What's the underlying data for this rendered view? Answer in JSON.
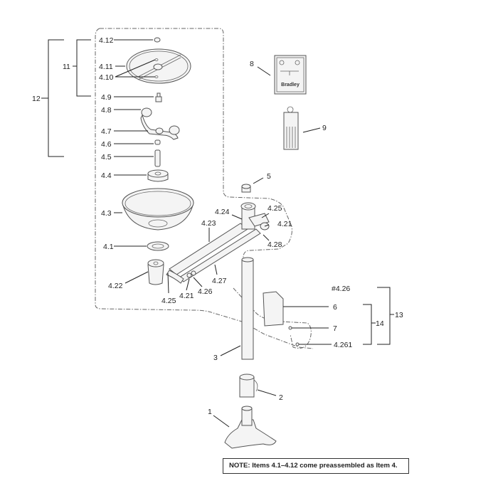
{
  "diagram": {
    "type": "exploded-parts-diagram",
    "subject": "Eyewash station assembly",
    "callouts": [
      {
        "id": "c412",
        "text": "4.12"
      },
      {
        "id": "c411",
        "text": "4.11"
      },
      {
        "id": "c410",
        "text": "4.10"
      },
      {
        "id": "c49",
        "text": "4.9"
      },
      {
        "id": "c48",
        "text": "4.8"
      },
      {
        "id": "c47",
        "text": "4.7"
      },
      {
        "id": "c46",
        "text": "4.6"
      },
      {
        "id": "c45",
        "text": "4.5"
      },
      {
        "id": "c44",
        "text": "4.4"
      },
      {
        "id": "c43",
        "text": "4.3"
      },
      {
        "id": "c41",
        "text": "4.1"
      },
      {
        "id": "c422",
        "text": "4.22"
      },
      {
        "id": "c425a",
        "text": "4.25"
      },
      {
        "id": "c421a",
        "text": "4.21"
      },
      {
        "id": "c426",
        "text": "4.26"
      },
      {
        "id": "c427",
        "text": "4.27"
      },
      {
        "id": "c423",
        "text": "4.23"
      },
      {
        "id": "c424",
        "text": "4.24"
      },
      {
        "id": "c425b",
        "text": "4.25"
      },
      {
        "id": "c421b",
        "text": "4.21"
      },
      {
        "id": "c428",
        "text": "4.28"
      },
      {
        "id": "c5",
        "text": "5"
      },
      {
        "id": "c8",
        "text": "8"
      },
      {
        "id": "c9",
        "text": "9"
      },
      {
        "id": "c11",
        "text": "11"
      },
      {
        "id": "c12",
        "text": "12"
      },
      {
        "id": "c426h",
        "text": "#4.26"
      },
      {
        "id": "c6",
        "text": "6"
      },
      {
        "id": "c7",
        "text": "7"
      },
      {
        "id": "c4261",
        "text": "4.261"
      },
      {
        "id": "c14",
        "text": "14"
      },
      {
        "id": "c13",
        "text": "13"
      },
      {
        "id": "c3",
        "text": "3"
      },
      {
        "id": "c2",
        "text": "2"
      },
      {
        "id": "c1",
        "text": "1"
      }
    ],
    "sign_brand": "Bradley",
    "note": "NOTE: Items 4.1–4.12 come preassembled as Item 4."
  }
}
